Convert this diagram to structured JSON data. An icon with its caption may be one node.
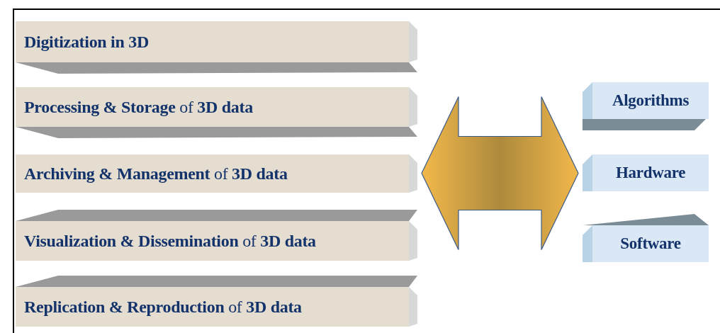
{
  "diagram": {
    "nodes": [
      {
        "text": [
          "**Digitization in 3D**"
        ]
      },
      {
        "text": [
          "**Processing & Storage** of **3D data**"
        ]
      },
      {
        "text": [
          "**Archiving & Management** of **3D data**"
        ]
      },
      {
        "text": [
          "**Visualization & Dissemination** of **3D data**"
        ]
      },
      {
        "text": [
          "**Replication & Reproduction** of **3D data**"
        ]
      },
      {
        "text": [
          "**Algorithms**"
        ]
      },
      {
        "text": [
          "**Hardware**"
        ]
      },
      {
        "text": [
          "**Software**"
        ]
      }
    ],
    "edges": [
      {
        "from": 2,
        "to": 6,
        "arrow": "both",
        "style": "thick",
        "color": "#f2b84b"
      }
    ]
  }
}
